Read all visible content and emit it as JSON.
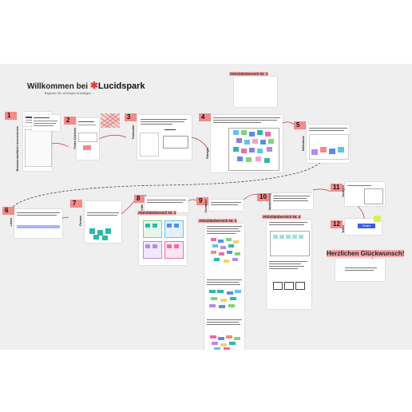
{
  "board": {
    "title_prefix": "Willkommen bei",
    "brand": "Lucidspark",
    "subtitle": "Beginnen Sie mit einigen Grundlagen ...",
    "congrats": "Herzlichen Glückwunsch!",
    "accent_color": "#f28b8b",
    "canvas_color": "#efeff0"
  },
  "steps": [
    {
      "num": "1",
      "label": "Benutzeroberfläche kennenlernen"
    },
    {
      "num": "2",
      "label": "Freies Zeichnen"
    },
    {
      "num": "3",
      "label": "Textmodul"
    },
    {
      "num": "4",
      "label": "Rahmen"
    },
    {
      "num": "5",
      "label": "Haftnotizen"
    },
    {
      "num": "6",
      "label": "Linien"
    },
    {
      "num": "7",
      "label": "Formen"
    },
    {
      "num": "8",
      "label": "Schritte"
    },
    {
      "num": "9",
      "label": "Container"
    },
    {
      "num": "10",
      "label": "Abstimmung"
    },
    {
      "num": "11",
      "label": "Vorlagen"
    },
    {
      "num": "12",
      "label": "Teilen"
    }
  ],
  "activity_areas": [
    {
      "label": "Aktivitätsbereich Nr. 1"
    },
    {
      "label": "Aktivitätsbereich Nr. 2"
    },
    {
      "label": "Aktivitätsbereich Nr. 3"
    },
    {
      "label": "Aktivitätsbereich Nr. 4"
    }
  ],
  "share_button": "Teilen"
}
